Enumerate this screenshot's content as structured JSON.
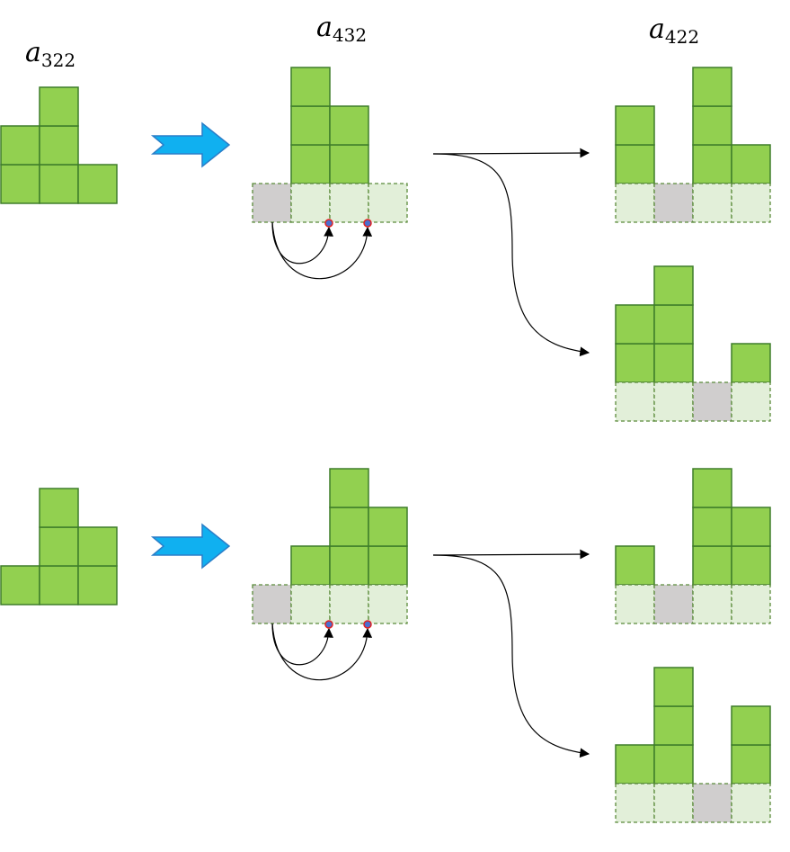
{
  "labels": {
    "left": {
      "base": "a",
      "subscript": "322"
    },
    "middle": {
      "base": "a",
      "subscript": "432"
    },
    "right": {
      "base": "a",
      "subscript": "422"
    }
  },
  "colors": {
    "cell_fill": "#92d050",
    "cell_stroke": "#3e7d2a",
    "row_fill": "#e2efd9",
    "row_stroke": "#5a8a3a",
    "empty_fill": "#d0cece",
    "arrow_fill": "#10b0f0",
    "arrow_stroke": "#2a7ec8",
    "dot_fill": "#4a6fd0",
    "dot_stroke": "#e02020"
  },
  "groups": [
    {
      "source_columns": [
        2,
        3,
        1
      ],
      "middle_columns": [
        3,
        2
      ],
      "middle_empty_index": 0,
      "outputs": [
        {
          "columns": [
            2,
            0,
            3,
            1
          ],
          "empty_index": 1
        },
        {
          "columns": [
            2,
            3,
            0,
            1
          ],
          "empty_index": 2
        }
      ]
    },
    {
      "source_columns": [
        1,
        3,
        2
      ],
      "middle_columns": [
        1,
        3,
        2
      ],
      "middle_empty_index": 0,
      "outputs": [
        {
          "columns": [
            1,
            0,
            3,
            2
          ],
          "empty_index": 1
        },
        {
          "columns": [
            1,
            3,
            0,
            2
          ],
          "empty_index": 2
        }
      ]
    }
  ]
}
